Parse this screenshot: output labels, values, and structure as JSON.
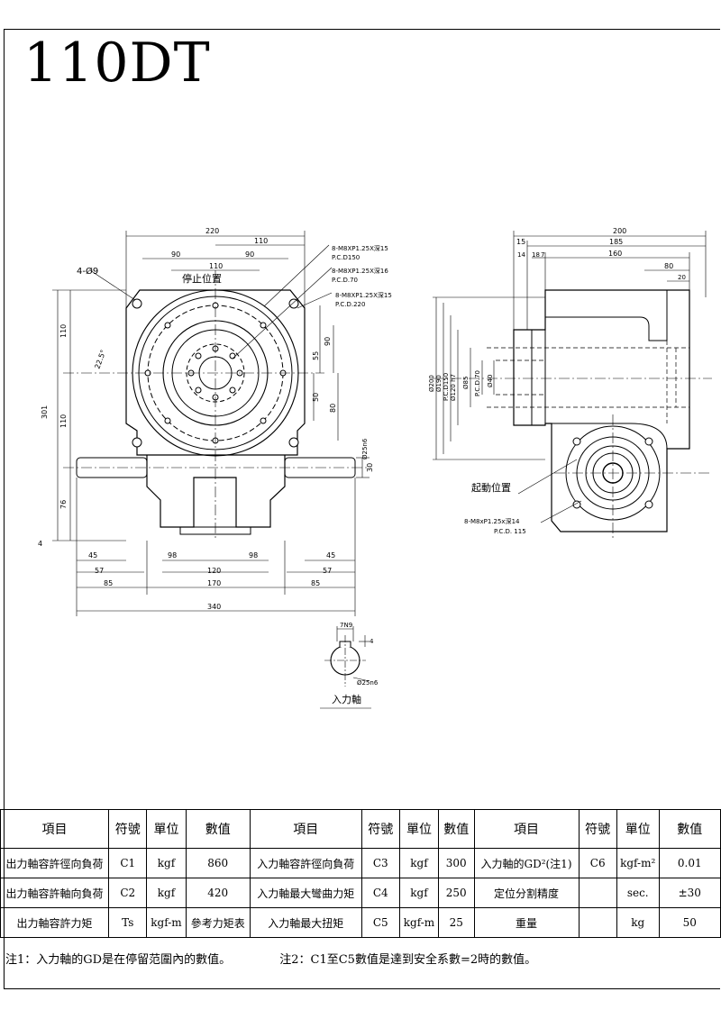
{
  "model": "110DT",
  "labels": {
    "stop_pos": "停止位置",
    "start_pos": "起動位置",
    "input_shaft": "入力軸",
    "holes_4": "4-Ø9",
    "angle": "22.5°",
    "hole_note1_a": "8-M8XP1.25X深15",
    "hole_note1_b": "P.C.D150",
    "hole_note2_a": "8-M8XP1.25X深16",
    "hole_note2_b": "P.C.D.70",
    "hole_note3_a": "8-M8XP1.25X深15",
    "hole_note3_b": "P.C.D.220",
    "hole_note4_a": "8-M8xP1.25x深14",
    "hole_note4_b": "P.C.D. 115",
    "key": "7N9",
    "shaft_dia": "Ø25n6",
    "shaft_dia_side": "Ø25n6"
  },
  "front_dims": {
    "d220": "220",
    "d110t": "110",
    "d90a": "90",
    "d90b": "90",
    "d110": "110",
    "d110l": "110",
    "d301": "301",
    "d110l2": "110",
    "d76": "76",
    "d90r": "90",
    "d55": "55",
    "d50": "50",
    "d80": "80",
    "d30": "30",
    "d45a": "45",
    "d45b": "45",
    "d57a": "57",
    "d57b": "57",
    "d98a": "98",
    "d98b": "98",
    "d120": "120",
    "d85a": "85",
    "d85b": "85",
    "d170": "170",
    "d340": "340",
    "d4": "4"
  },
  "side_dims": {
    "d200": "200",
    "d185": "185",
    "d15": "15",
    "d14": "14",
    "d18": "18",
    "d7": "7",
    "d160": "160",
    "d80": "80",
    "d20": "20",
    "p200": "Ø200",
    "p190": "Ø190",
    "p150": "P.C.D150",
    "p120": "Ø120 h7",
    "p85": "Ø85",
    "p70": "P.C.D.70",
    "p40": "Ø40"
  },
  "table": {
    "headers": [
      "項目",
      "符號",
      "單位",
      "數值",
      "項目",
      "符號",
      "單位",
      "數值",
      "項目",
      "符號",
      "單位",
      "數值"
    ],
    "rows": [
      [
        "出力軸容許徑向負荷",
        "C1",
        "kgf",
        "860",
        "入力軸容許徑向負荷",
        "C3",
        "kgf",
        "300",
        "入力軸的GD²(注1)",
        "C6",
        "kgf-m²",
        "0.01"
      ],
      [
        "出力軸容許軸向負荷",
        "C2",
        "kgf",
        "420",
        "入力軸最大彎曲力矩",
        "C4",
        "kgf",
        "250",
        "定位分割精度",
        "",
        "sec.",
        "±30"
      ],
      [
        "出力軸容許力矩",
        "Ts",
        "kgf-m",
        "參考力矩表",
        "入力軸最大扭矩",
        "C5",
        "kgf-m",
        "25",
        "重量",
        "",
        "kg",
        "50"
      ]
    ]
  },
  "notes": {
    "n1": "注1：入力軸的GD是在停留范圍內的數值。",
    "n2": "注2：C1至C5數值是達到安全系數=2時的數值。"
  }
}
